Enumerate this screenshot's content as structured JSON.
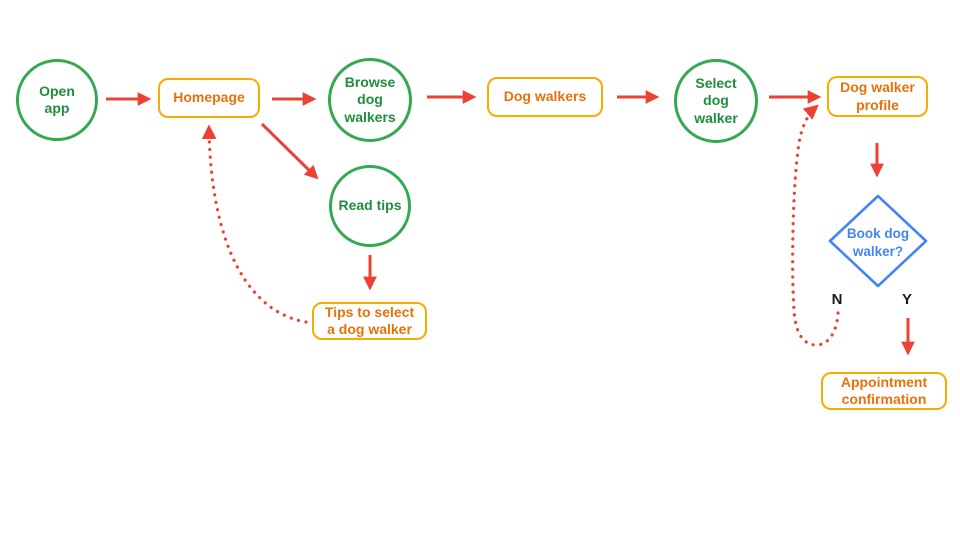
{
  "flowchart": {
    "nodes": {
      "open_app": {
        "label": "Open app",
        "shape": "circle"
      },
      "homepage": {
        "label": "Homepage",
        "shape": "rounded-rect"
      },
      "browse_dog_walkers": {
        "label": "Browse dog walkers",
        "shape": "circle"
      },
      "dog_walkers": {
        "label": "Dog walkers",
        "shape": "rounded-rect"
      },
      "select_dog_walker": {
        "label": "Select dog walker",
        "shape": "circle"
      },
      "dog_walker_profile": {
        "label": "Dog walker profile",
        "shape": "rounded-rect"
      },
      "read_tips": {
        "label": "Read tips",
        "shape": "circle"
      },
      "tips_to_select": {
        "label": "Tips to select a dog walker",
        "shape": "rounded-rect"
      },
      "book_dog_walker": {
        "label": "Book dog walker?",
        "shape": "diamond"
      },
      "appointment_confirmation": {
        "label": "Appointment confirmation",
        "shape": "rounded-rect"
      }
    },
    "decision_branch_labels": {
      "no": "N",
      "yes": "Y"
    },
    "edges": [
      {
        "from": "open_app",
        "to": "homepage",
        "style": "solid"
      },
      {
        "from": "homepage",
        "to": "browse_dog_walkers",
        "style": "solid"
      },
      {
        "from": "browse_dog_walkers",
        "to": "dog_walkers",
        "style": "solid"
      },
      {
        "from": "dog_walkers",
        "to": "select_dog_walker",
        "style": "solid"
      },
      {
        "from": "select_dog_walker",
        "to": "dog_walker_profile",
        "style": "solid"
      },
      {
        "from": "homepage",
        "to": "read_tips",
        "style": "solid"
      },
      {
        "from": "read_tips",
        "to": "tips_to_select",
        "style": "solid"
      },
      {
        "from": "dog_walker_profile",
        "to": "book_dog_walker",
        "style": "solid"
      },
      {
        "from": "book_dog_walker",
        "to": "appointment_confirmation",
        "style": "solid",
        "branch": "Y"
      },
      {
        "from": "tips_to_select",
        "to": "homepage",
        "style": "dotted"
      },
      {
        "from": "book_dog_walker",
        "to": "dog_walker_profile",
        "style": "dotted",
        "branch": "N"
      }
    ],
    "colors": {
      "circle_stroke": "#34A853",
      "circle_text": "#1E8E3E",
      "rect_stroke": "#F9AB00",
      "rect_text": "#E8710A",
      "diamond_stroke": "#4285F4",
      "diamond_text": "#4285F4",
      "arrow_red": "#EA4335",
      "branch_text": "#1b1b1b",
      "background": "#ffffff"
    }
  }
}
